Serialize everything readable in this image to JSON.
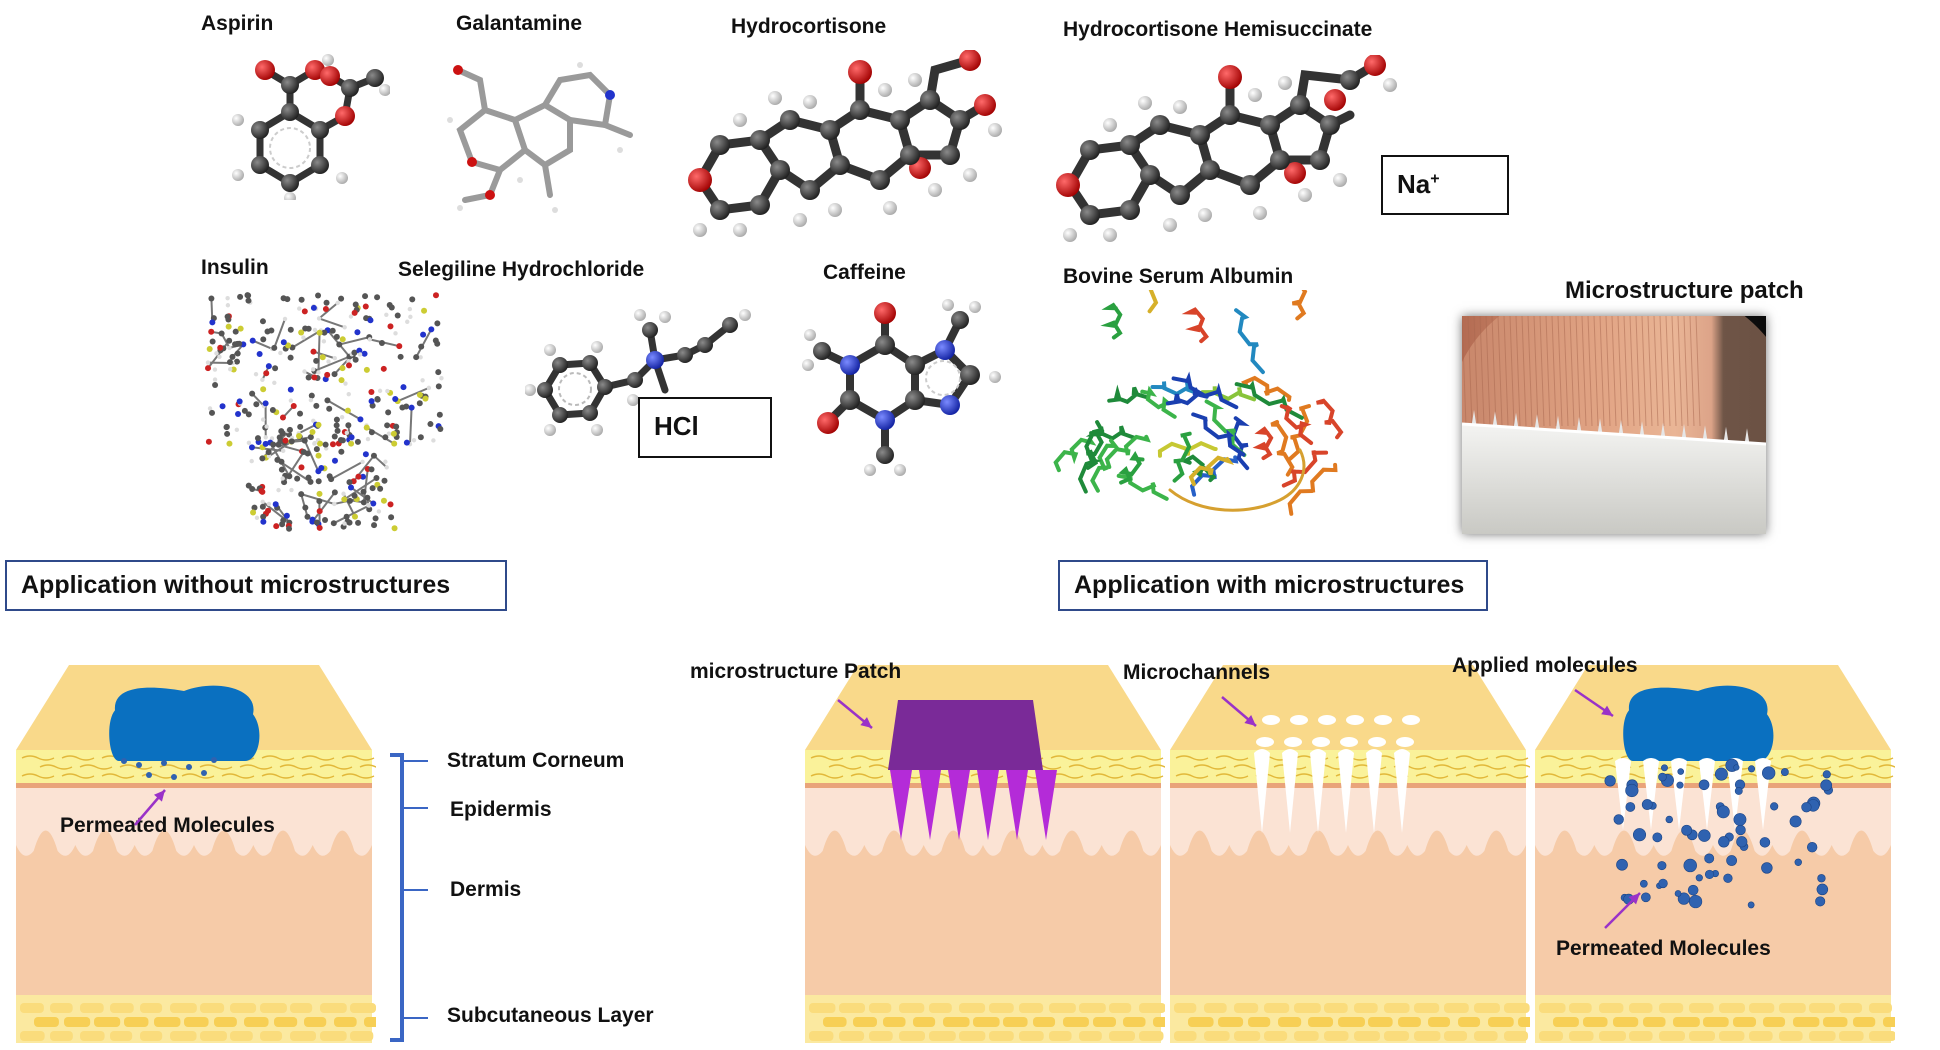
{
  "molecules": {
    "aspirin": "Aspirin",
    "galantamine": "Galantamine",
    "hydrocortisone": "Hydrocortisone",
    "hydrocortisone_hemisuccinate": "Hydrocortisone Hemisuccinate",
    "insulin": "Insulin",
    "selegiline": "Selegiline Hydrochloride",
    "caffeine": "Caffeine",
    "bsa": "Bovine Serum Albumin"
  },
  "counterions": {
    "sodium_base": "Na",
    "sodium_charge": "+",
    "hcl": "HCl"
  },
  "photo": {
    "title": "Microstructure patch"
  },
  "sections": {
    "without": "Application without microstructures",
    "with": "Application with microstructures"
  },
  "skin_layers": {
    "stratum_corneum": "Stratum Corneum",
    "epidermis": "Epidermis",
    "dermis": "Dermis",
    "subcutaneous": "Subcutaneous  Layer"
  },
  "annotations": {
    "permeated_left": "Permeated Molecules",
    "patch": "microstructure Patch",
    "microchannels": "Microchannels",
    "applied": "Applied molecules",
    "permeated_right": "Permeated Molecules"
  },
  "colors": {
    "atom_carbon": "#3a3a3a",
    "atom_oxygen": "#cc1111",
    "atom_nitrogen": "#2233cc",
    "atom_hydrogen": "#e8e8e8",
    "skin_top": "#f9d98a",
    "stratum": "#faf29a",
    "boundary": "#e9a47a",
    "epidermis": "#fbe3d4",
    "dermis": "#f6cba8",
    "subcutaneous": "#fbe9a0",
    "fat_cells": "#f8d76a",
    "drug_blob": "#0a70c0",
    "patch_purple": "#7a2a98",
    "needle_purple": "#b42bd8",
    "arrow": "#9a32c8",
    "molecule_dots": "#2f62b0",
    "bracket": "#3a66c4"
  }
}
